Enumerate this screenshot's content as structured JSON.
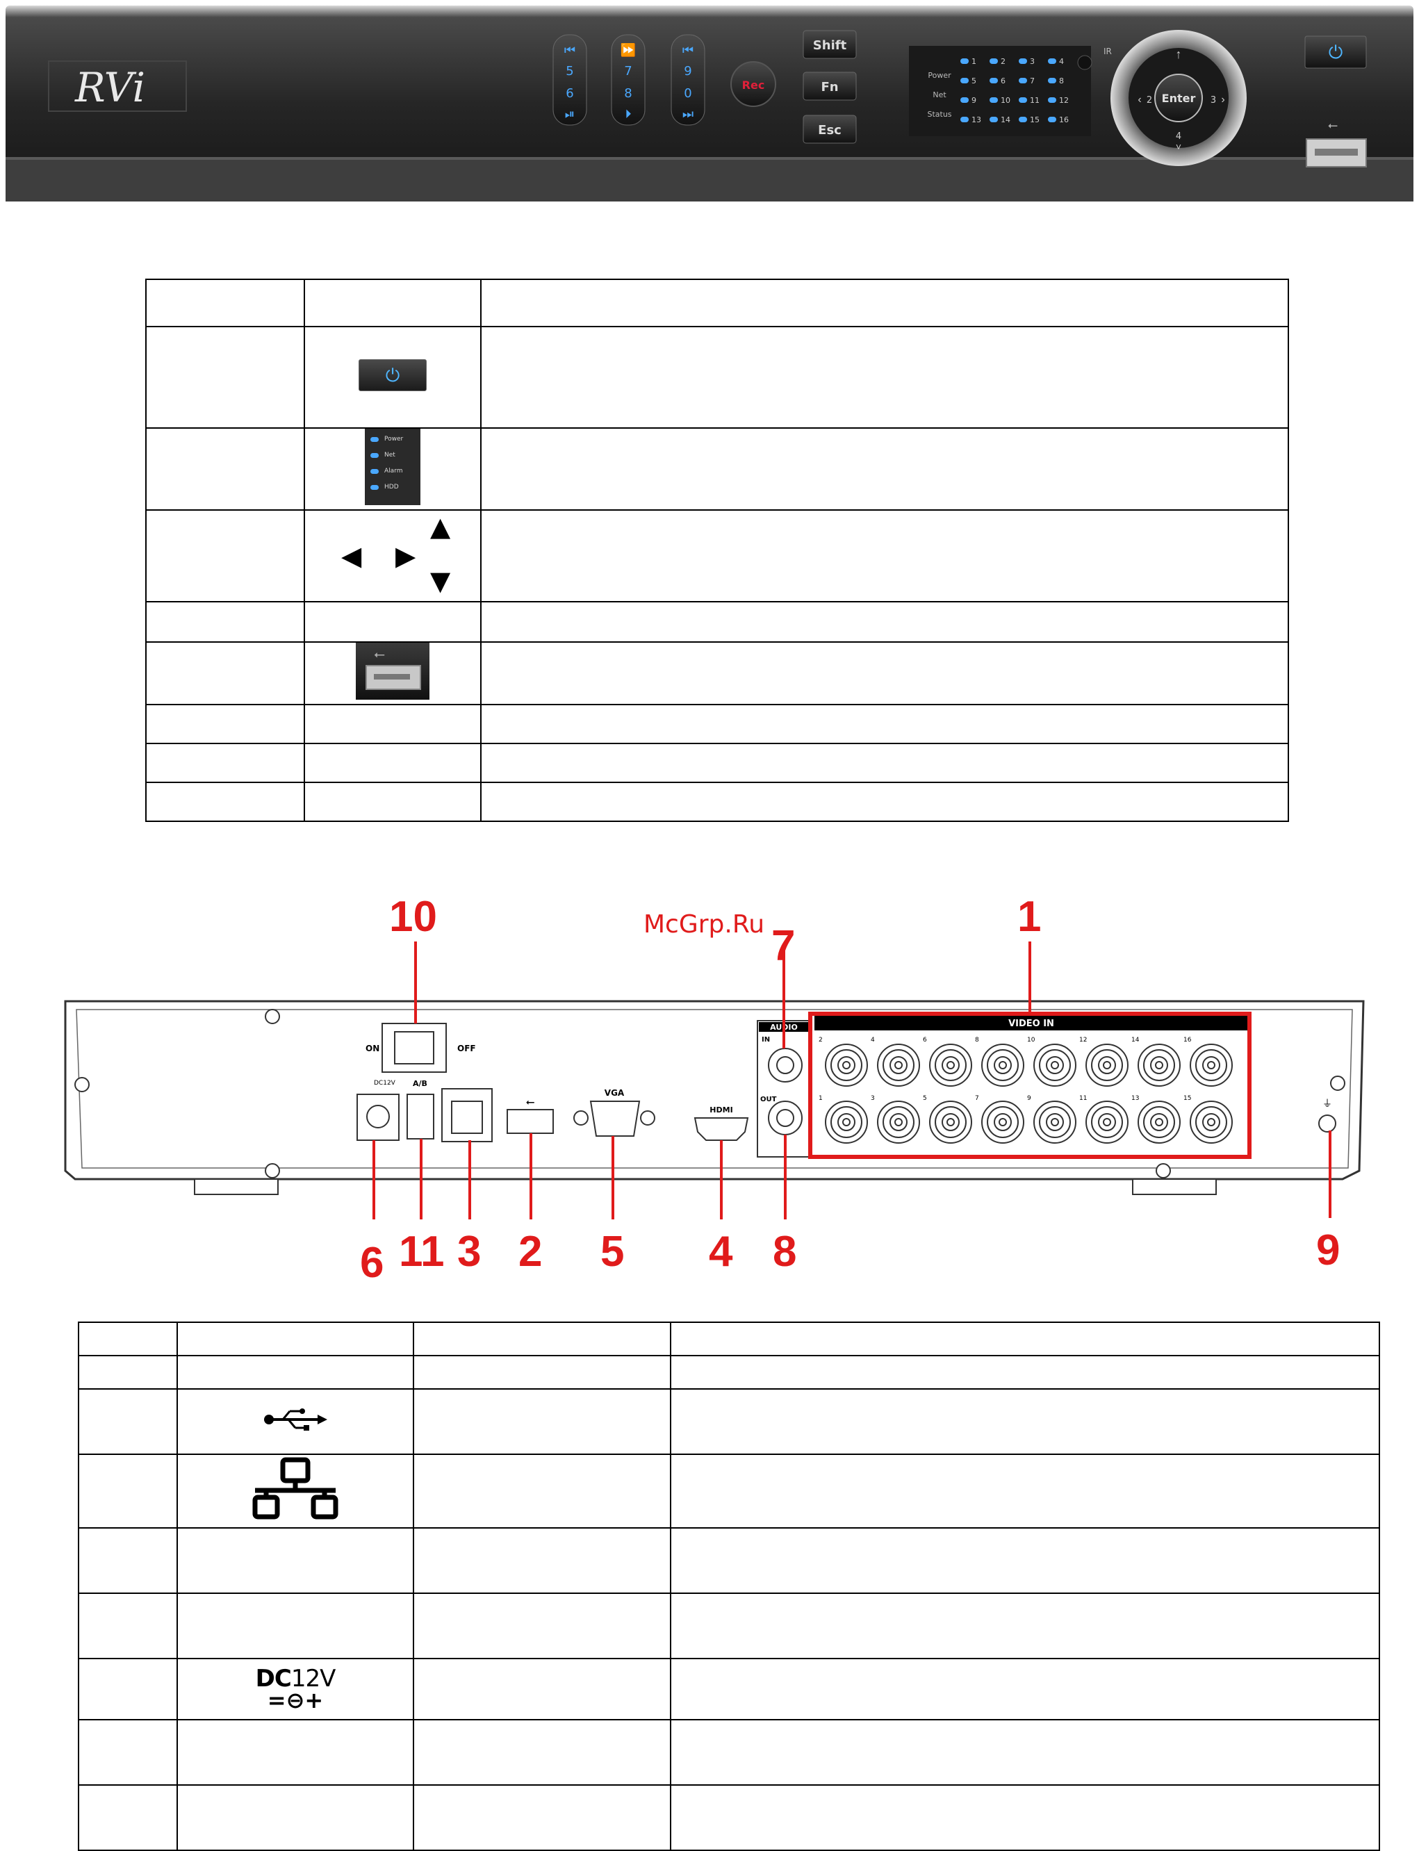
{
  "front_panel": {
    "logo": "RVi",
    "buttons": {
      "row1": [
        "5",
        "7",
        "9"
      ],
      "row2": [
        "6",
        "8",
        "0"
      ],
      "rec": "Rec",
      "shift": "Shift",
      "fn": "Fn",
      "esc": "Esc",
      "enter": "Enter"
    },
    "led_labels": [
      "Power",
      "Net",
      "Status"
    ],
    "channel_numbers": [
      [
        "1",
        "2",
        "3",
        "4"
      ],
      [
        "5",
        "6",
        "7",
        "8"
      ],
      [
        "9",
        "10",
        "11",
        "12"
      ],
      [
        "13",
        "14",
        "15",
        "16"
      ]
    ],
    "ir_label": "IR",
    "nav_numbers": [
      "2",
      "3",
      "4"
    ]
  },
  "front_table": {
    "led_legend": [
      "Power",
      "Net",
      "Alarm",
      "HDD"
    ]
  },
  "rear_panel": {
    "watermark": "McGrp.Ru",
    "labels": {
      "audio": "AUDIO",
      "audio_in": "IN",
      "audio_out": "OUT",
      "video_in": "VIDEO IN",
      "on": "ON",
      "off": "OFF",
      "dc": "DC12V",
      "ab": "A/B",
      "vga": "VGA",
      "hdmi": "HDMI"
    },
    "video_top_numbers": [
      "2",
      "4",
      "6",
      "8",
      "10",
      "12",
      "14",
      "16"
    ],
    "video_bottom_numbers": [
      "1",
      "3",
      "5",
      "7",
      "9",
      "11",
      "13",
      "15"
    ],
    "callouts": {
      "c10": "10",
      "c7": "7",
      "c1": "1",
      "c6": "6",
      "c11": "11",
      "c3": "3",
      "c2": "2",
      "c5": "5",
      "c4": "4",
      "c8": "8",
      "c9": "9"
    }
  },
  "rear_table": {
    "dc_icon": {
      "line1_bold": "DC",
      "line1_rest": "12V",
      "line2": "=⊖+"
    }
  },
  "colors": {
    "panel_dark": "#2b2b2b",
    "led_blue": "#4aa8ff",
    "callout_red": "#e01b1b",
    "frame_red": "#e01b1b"
  }
}
